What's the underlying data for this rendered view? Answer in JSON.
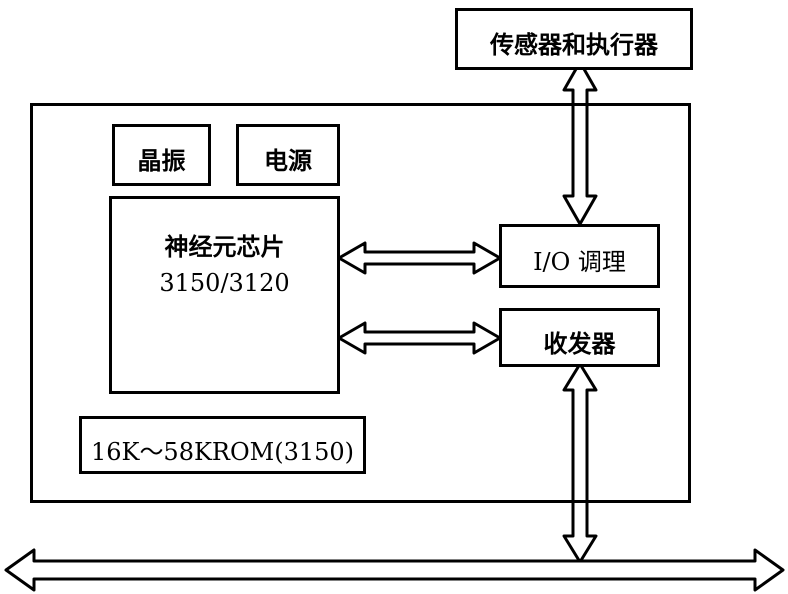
{
  "diagram": {
    "external_box": "传感器和执行器",
    "oscillator": "晶振",
    "power": "电源",
    "neuron_chip": {
      "title": "神经元芯片",
      "model": "3150/3120"
    },
    "io_conditioning": "I/O 调理",
    "transceiver": "收发器",
    "rom": "16K～58KROM(3150)"
  }
}
